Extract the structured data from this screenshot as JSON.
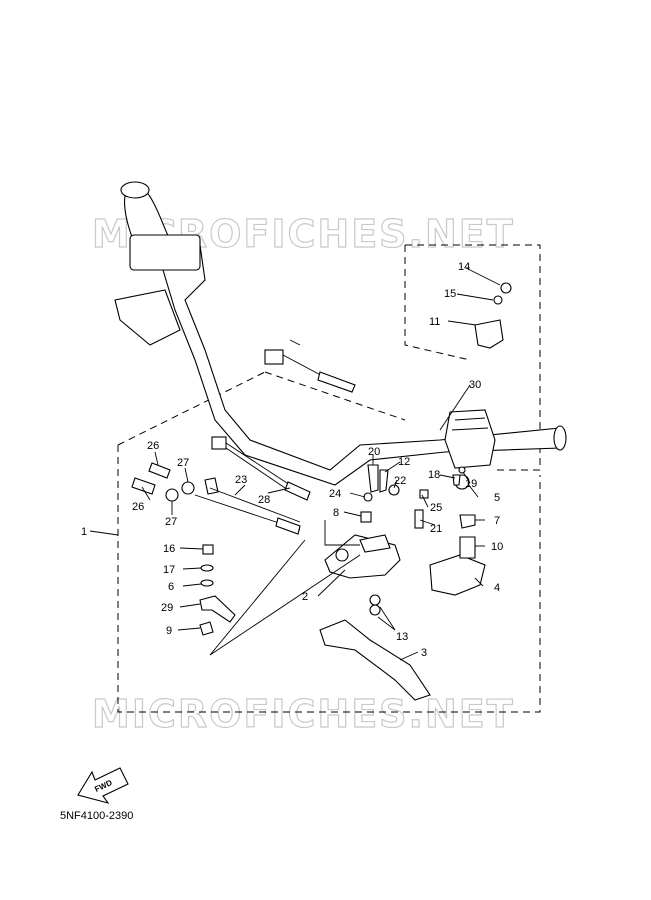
{
  "watermark_text": "MICROFICHES.NET",
  "diagram_code": "5NF4100-2390",
  "fwd_label": "FWD",
  "callouts": [
    "1",
    "2",
    "3",
    "4",
    "5",
    "6",
    "7",
    "8",
    "9",
    "10",
    "11",
    "12",
    "13",
    "14",
    "15",
    "16",
    "17",
    "18",
    "19",
    "20",
    "21",
    "22",
    "23",
    "24",
    "25",
    "26",
    "26",
    "27",
    "27",
    "28",
    "29",
    "30"
  ]
}
